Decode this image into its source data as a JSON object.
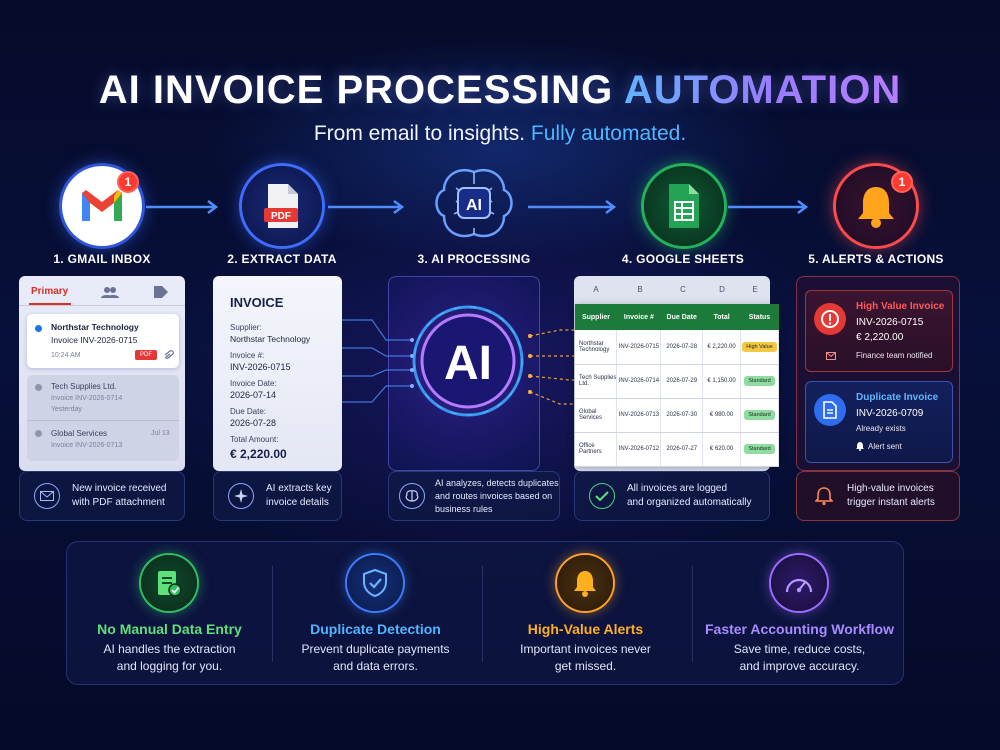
{
  "header": {
    "title_main": "AI INVOICE PROCESSING",
    "title_accent": "AUTOMATION",
    "subtitle_main": "From email to insights.",
    "subtitle_accent": "Fully automated."
  },
  "steps": [
    {
      "label": "1. GMAIL INBOX",
      "icon": "gmail-icon",
      "badge": "1"
    },
    {
      "label": "2. EXTRACT DATA",
      "icon": "pdf-file-icon",
      "icon_text": "PDF"
    },
    {
      "label": "3. AI PROCESSING",
      "icon": "ai-brain-icon",
      "icon_text": "AI"
    },
    {
      "label": "4. GOOGLE SHEETS",
      "icon": "google-sheets-icon"
    },
    {
      "label": "5. ALERTS & ACTIONS",
      "icon": "bell-icon",
      "badge": "1"
    }
  ],
  "gmail": {
    "tab_primary": "Primary",
    "items": [
      {
        "sender": "Northstar Technology",
        "subject": "Invoice INV-2026-0715",
        "time": "10:24 AM",
        "attachment": "PDF"
      },
      {
        "sender": "Tech Supplies Ltd.",
        "subject": "Invoice INV-2026-0714",
        "time": "Yesterday"
      },
      {
        "sender": "Global Services",
        "subject": "Invoice INV-2026-0713",
        "time": "Jul 13"
      }
    ],
    "footer": [
      "New invoice received",
      "with PDF attachment"
    ]
  },
  "invoice": {
    "heading": "INVOICE",
    "fields": [
      {
        "label": "Supplier:",
        "value": "Northstar Technology"
      },
      {
        "label": "Invoice #:",
        "value": "INV-2026-0715"
      },
      {
        "label": "Invoice Date:",
        "value": "2026-07-14"
      },
      {
        "label": "Due Date:",
        "value": "2026-07-28"
      },
      {
        "label": "Total Amount:",
        "value": "€ 2,220.00"
      }
    ],
    "footer": [
      "AI extracts key",
      "invoice details"
    ]
  },
  "ai": {
    "core_text": "AI",
    "footer": [
      "AI analyzes, detects duplicates",
      "and routes invoices based on",
      "business rules"
    ]
  },
  "sheet": {
    "columns": [
      "A",
      "B",
      "C",
      "D",
      "E"
    ],
    "headers": [
      "Supplier",
      "Invoice #",
      "Due Date",
      "Total",
      "Status"
    ],
    "rows": [
      {
        "supplier": "Northstar Technology",
        "invoice": "INV-2026-0715",
        "due": "2026-07-28",
        "total": "€ 2,220.00",
        "status": "High Value",
        "status_color": "#f5c842"
      },
      {
        "supplier": "Tech Supplies Ltd.",
        "invoice": "INV-2026-0714",
        "due": "2026-07-29",
        "total": "€ 1,150.00",
        "status": "Standard",
        "status_color": "#8fdca0"
      },
      {
        "supplier": "Global Services",
        "invoice": "INV-2026-0713",
        "due": "2026-07-30",
        "total": "€ 980.00",
        "status": "Standard",
        "status_color": "#8fdca0"
      },
      {
        "supplier": "Office Partners",
        "invoice": "INV-2026-0712",
        "due": "2026-07-27",
        "total": "€ 620.00",
        "status": "Standard",
        "status_color": "#8fdca0"
      }
    ],
    "footer": [
      "All invoices are logged",
      "and organized automatically"
    ]
  },
  "alerts": {
    "high_value": {
      "title": "High Value Invoice",
      "invoice": "INV-2026-0715",
      "amount": "€ 2,220.00",
      "note": "Finance team notified"
    },
    "duplicate": {
      "title": "Duplicate Invoice",
      "invoice": "INV-2026-0709",
      "detail": "Already exists",
      "note": "Alert sent"
    },
    "footer": [
      "High-value invoices",
      "trigger instant alerts"
    ]
  },
  "benefits": [
    {
      "title": "No Manual Data Entry",
      "desc1": "AI handles the extraction",
      "desc2": "and logging for you.",
      "color": "#5fe07a",
      "icon": "checklist-icon"
    },
    {
      "title": "Duplicate Detection",
      "desc1": "Prevent duplicate payments",
      "desc2": "and data errors.",
      "color": "#4fb6ff",
      "icon": "shield-check-icon"
    },
    {
      "title": "High-Value Alerts",
      "desc1": "Important invoices never",
      "desc2": "get missed.",
      "color": "#ffb020",
      "icon": "bell-icon"
    },
    {
      "title": "Faster Accounting Workflow",
      "desc1": "Save time, reduce costs,",
      "desc2": "and improve accuracy.",
      "color": "#a98bff",
      "icon": "speedometer-icon"
    }
  ],
  "colors": {
    "gmail_red": "#ea4335",
    "sheets_green": "#1c7a3a",
    "alert_red": "#ff3b30",
    "accent_blue": "#4fb6ff",
    "accent_purple": "#9d7bff"
  }
}
